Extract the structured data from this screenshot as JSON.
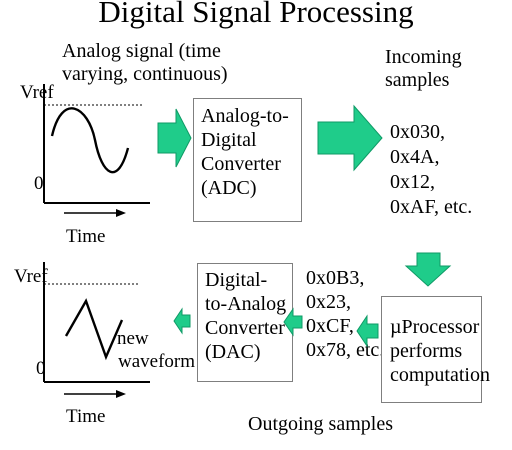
{
  "title": "Digital Signal Processing",
  "analog_caption": [
    "Analog signal (time",
    "varying, continuous)"
  ],
  "incoming_label": [
    "Incoming",
    "samples"
  ],
  "adc_box": [
    "Analog-to-",
    "Digital",
    "Converter",
    "(ADC)"
  ],
  "incoming_samples": [
    "0x030,",
    "0x4A,",
    "0x12,",
    "0xAF, etc."
  ],
  "processor_box": [
    "µProcessor",
    "performs",
    "computation"
  ],
  "outgoing_samples": [
    "0x0B3,",
    "0x23,",
    "0xCF,",
    "0x78, etc."
  ],
  "dac_box": [
    "Digital-",
    "to-Analog",
    "Converter",
    "(DAC)"
  ],
  "outgoing_label": "Outgoing samples",
  "top_graph": {
    "vref": "Vref",
    "zero": "0",
    "axis": "Time"
  },
  "bottom_graph": {
    "vref": "Vref",
    "zero": "0",
    "axis": "Time",
    "curve_label": [
      "new",
      "waveform"
    ]
  },
  "colors": {
    "arrow_fill": "#1fcc8a",
    "arrow_edge": "#0f9a66",
    "box_border": "#7f7f7f"
  }
}
